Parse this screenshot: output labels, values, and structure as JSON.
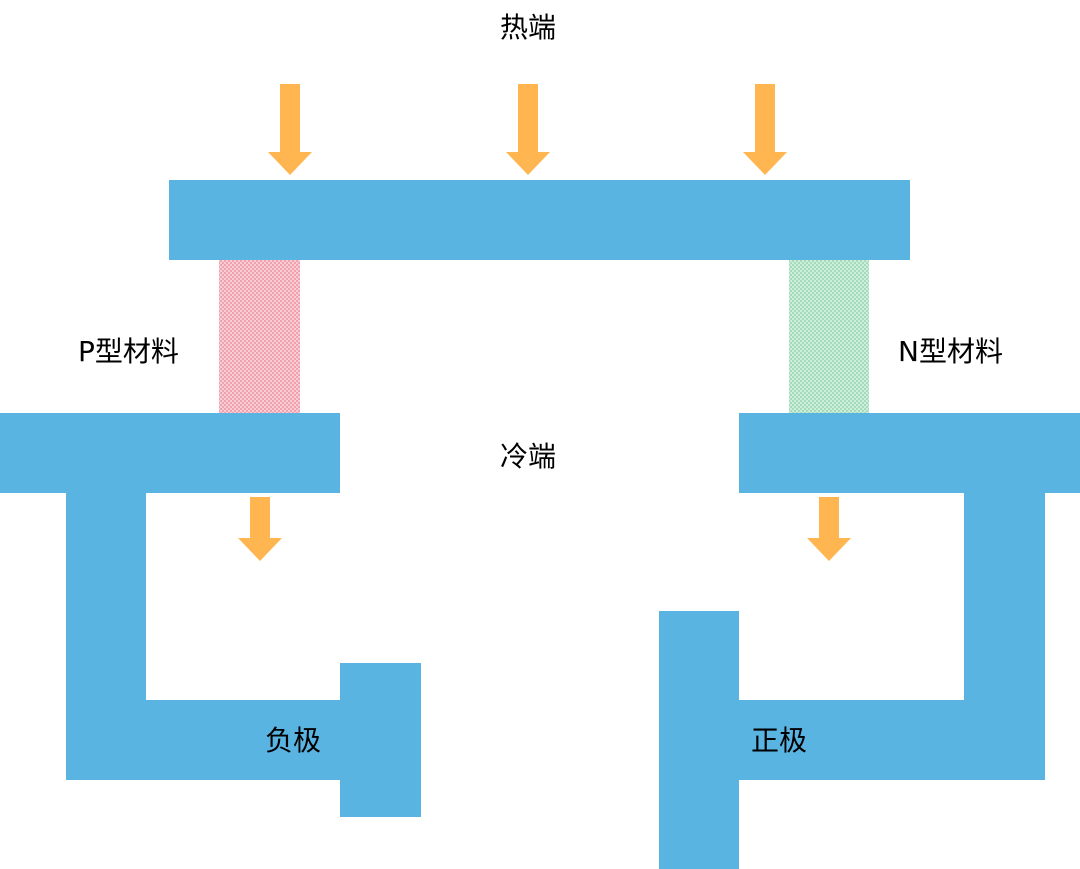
{
  "labels": {
    "hot_end": "热端",
    "cold_end": "冷端",
    "p_material": "P型材料",
    "n_material": "N型材料",
    "negative_electrode": "负极",
    "positive_electrode": "正极"
  },
  "colors": {
    "conductor": "#5ab4e2",
    "arrow": "#ffb650",
    "p_material": "#f4a5b2",
    "n_material": "#a8ddc0",
    "text": "#000000"
  },
  "icons": {
    "heat_flow_arrow": "arrow-down-icon"
  }
}
